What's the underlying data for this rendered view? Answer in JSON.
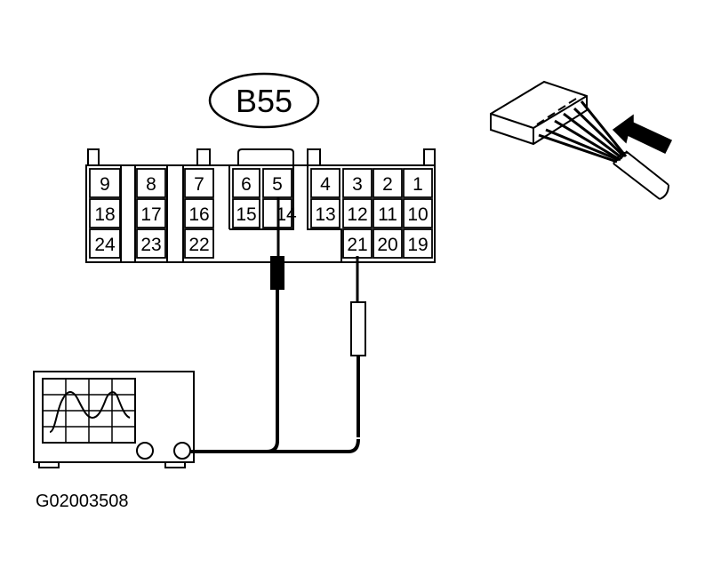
{
  "connector": {
    "name": "B55",
    "pins": {
      "p1": "1",
      "p2": "2",
      "p3": "3",
      "p4": "4",
      "p5": "5",
      "p6": "6",
      "p7": "7",
      "p8": "8",
      "p9": "9",
      "p10": "10",
      "p11": "11",
      "p12": "12",
      "p13": "13",
      "p14": "14",
      "p15": "15",
      "p16": "16",
      "p17": "17",
      "p18": "18",
      "p19": "19",
      "p20": "20",
      "p21": "21",
      "p22": "22",
      "p23": "23",
      "p24": "24"
    }
  },
  "figure_code": "G02003508"
}
